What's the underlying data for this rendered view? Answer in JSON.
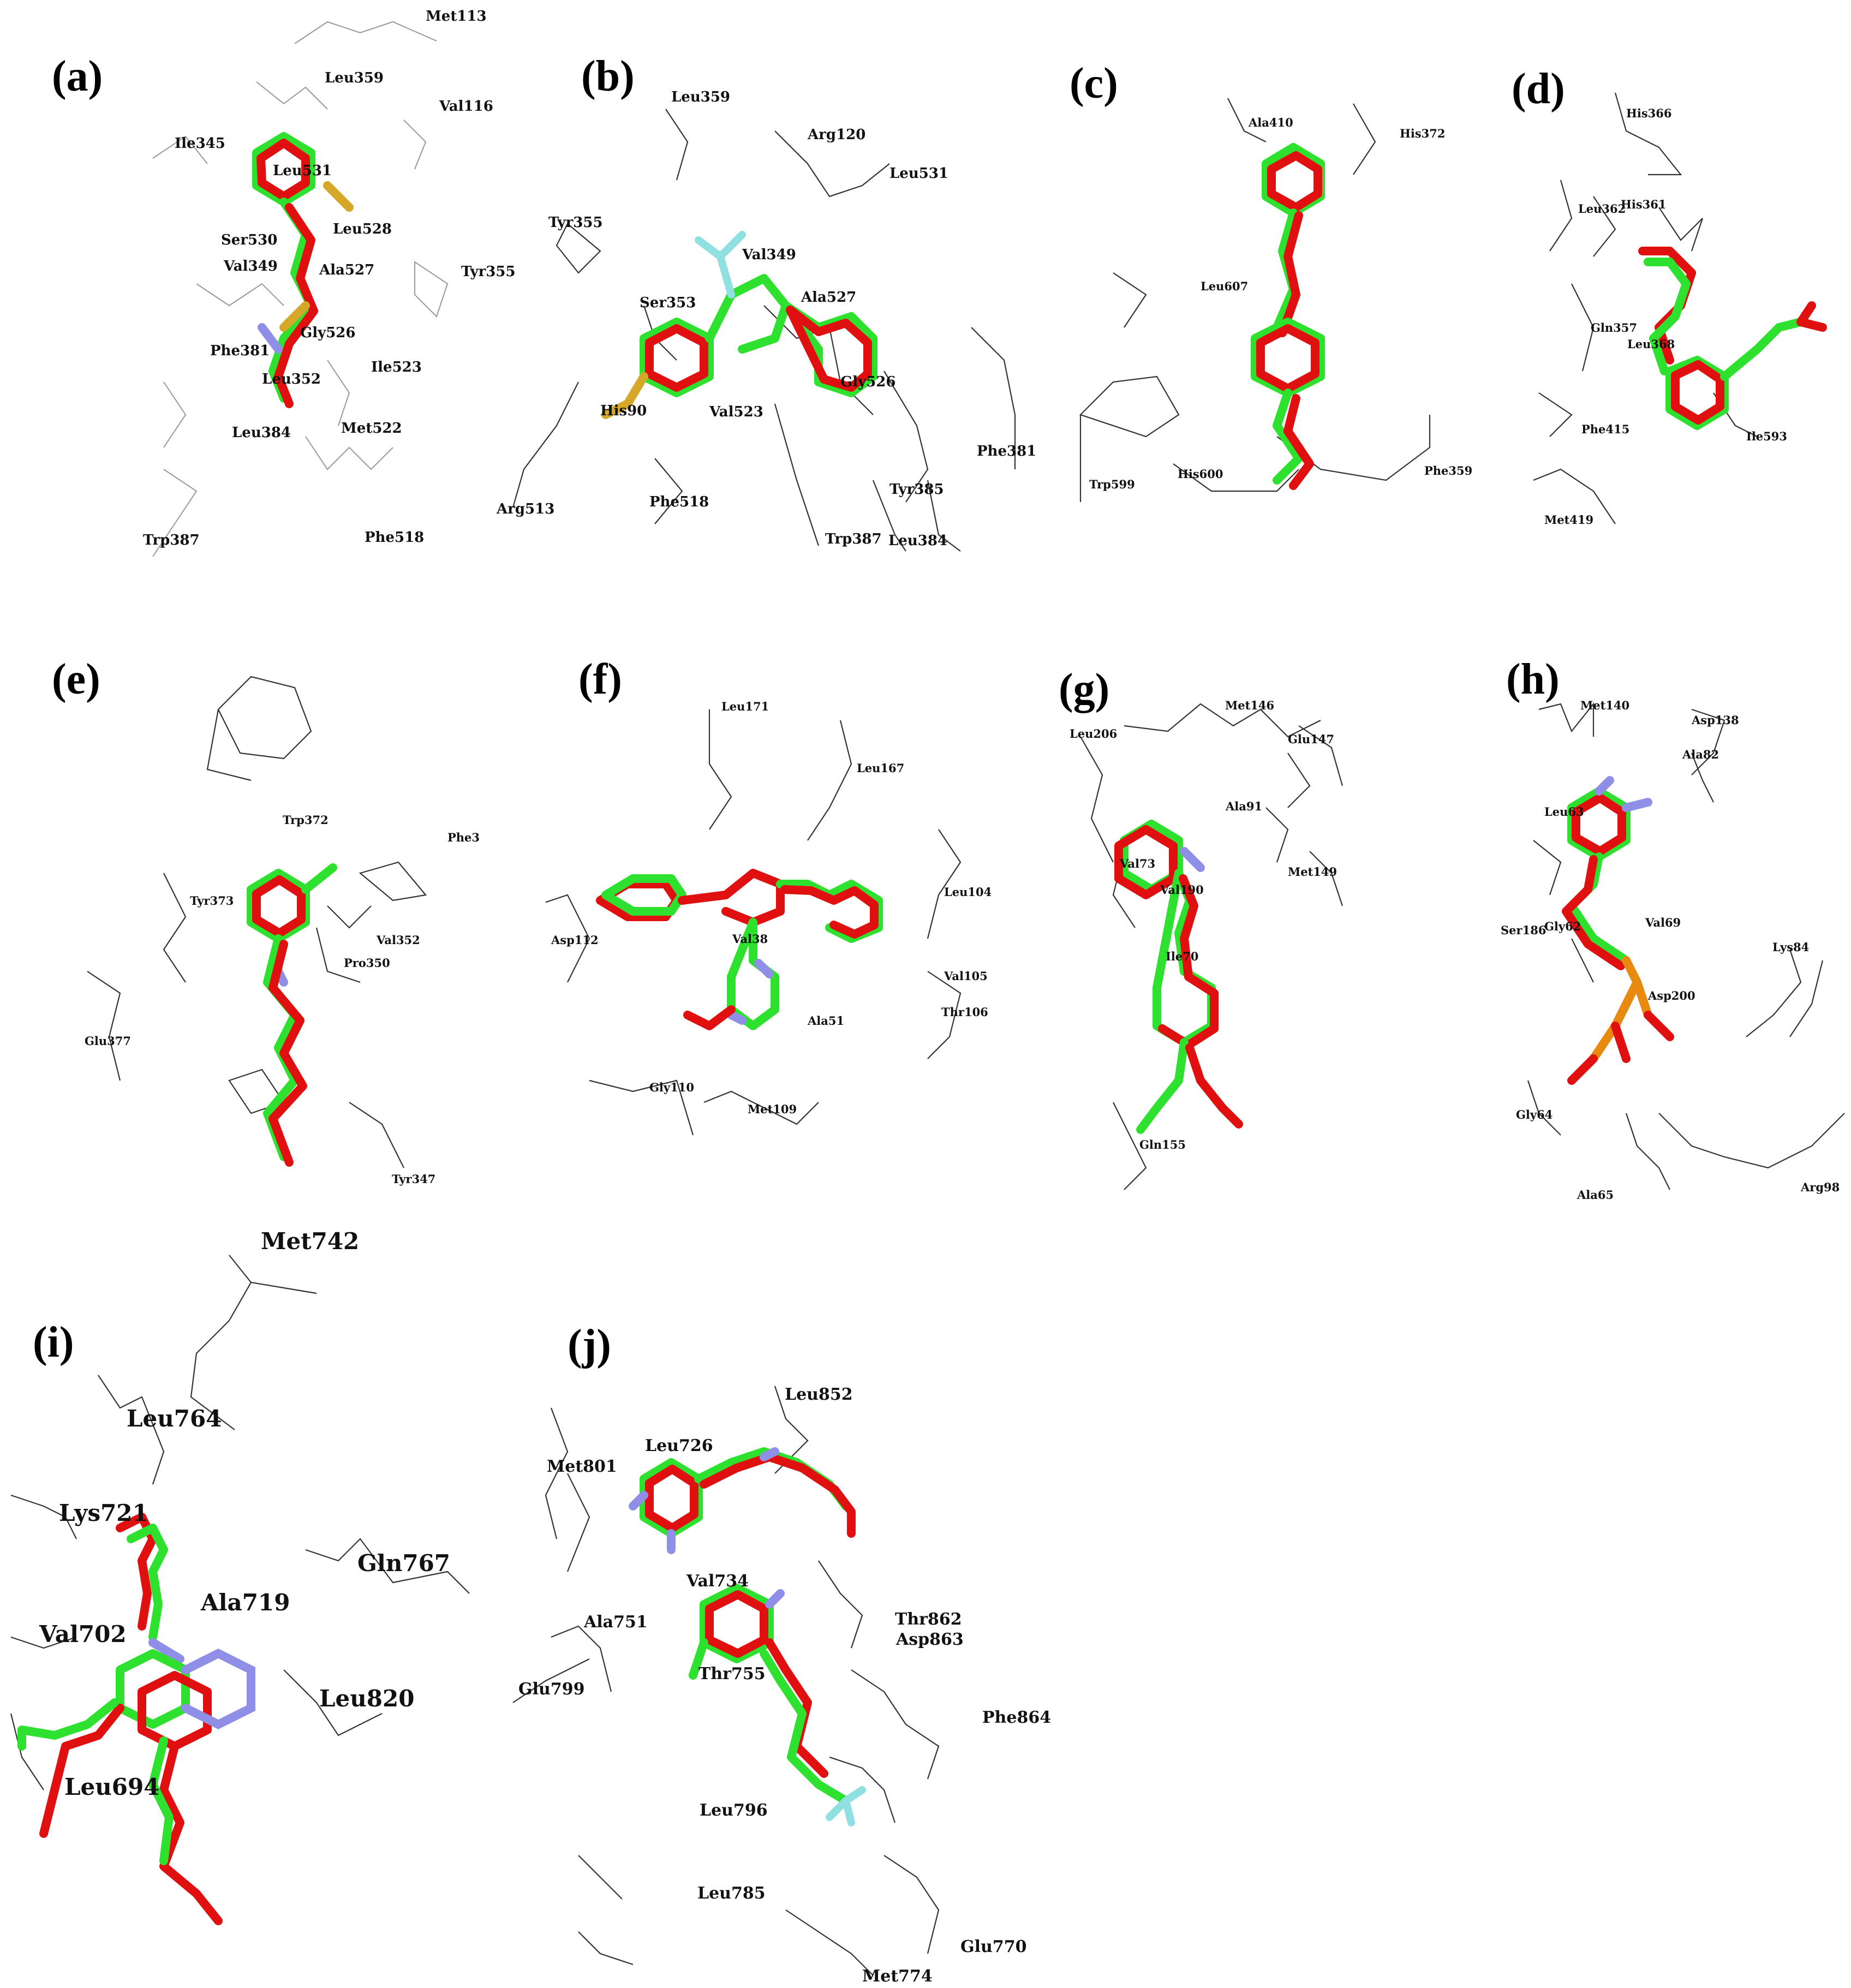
{
  "panels": [
    {
      "label": "(a)",
      "residues": [
        "Met113",
        "Leu359",
        "Val116",
        "Ile345",
        "Leu531",
        "Ser530",
        "Leu528",
        "Val349",
        "Ala527",
        "Tyr355",
        "Gly526",
        "Phe381",
        "Leu352",
        "Ile523",
        "Met522",
        "Leu384",
        "Trp387",
        "Phe518"
      ]
    },
    {
      "label": "(b)",
      "residues": [
        "Leu359",
        "Arg120",
        "Leu531",
        "Tyr355",
        "Val349",
        "Ser353",
        "Ala527",
        "Gly526",
        "His90",
        "Val523",
        "Phe381",
        "Arg513",
        "Phe518",
        "Tyr385",
        "Trp387",
        "Leu384"
      ]
    },
    {
      "label": "(c)",
      "residues": [
        "Ala410",
        "His372",
        "Leu607",
        "Trp599",
        "His600",
        "Phe359"
      ]
    },
    {
      "label": "(d)",
      "residues": [
        "His366",
        "His361",
        "Leu362",
        "Gln357",
        "Leu368",
        "Phe415",
        "Ile593",
        "Met419"
      ]
    },
    {
      "label": "(e)",
      "residues": [
        "Trp372",
        "Phe3",
        "Tyr373",
        "Val352",
        "Pro350",
        "Glu377",
        "Tyr347"
      ]
    },
    {
      "label": "(f)",
      "residues": [
        "Leu171",
        "Leu167",
        "Asp112",
        "Leu104",
        "Val38",
        "Val105",
        "Thr106",
        "Ala51",
        "Gly110",
        "Met109"
      ]
    },
    {
      "label": "(g)",
      "residues": [
        "Met146",
        "Leu206",
        "Glu147",
        "Ala91",
        "Val73",
        "Met149",
        "Val190",
        "Ile70",
        "Gln155"
      ]
    },
    {
      "label": "(h)",
      "residues": [
        "Met140",
        "Asp138",
        "Ala82",
        "Leu63",
        "Val69",
        "Ser186",
        "Gly62",
        "Lys84",
        "Asp200",
        "Gly64",
        "Ala65",
        "Arg98"
      ]
    },
    {
      "label": "(i)",
      "residues": [
        "Met742",
        "Leu764",
        "Lys721",
        "Ala719",
        "Gln767",
        "Val702",
        "Leu820",
        "Leu694"
      ]
    },
    {
      "label": "(j)",
      "residues": [
        "Leu852",
        "Leu726",
        "Met801",
        "Val734",
        "Ala751",
        "Thr862",
        "Asp863",
        "Glu799",
        "Thr755",
        "Phe864",
        "Leu796",
        "Leu785",
        "Glu770",
        "Met774"
      ]
    }
  ],
  "colors": {
    "ligand_a": "#2ee12e",
    "ligand_b": "#e01010",
    "nitrogen": "#8f8fe8",
    "phosphorus": "#e88a10",
    "sulfur": "#d6a82a",
    "fluorine": "#8fe0e0",
    "wire": "#333333"
  }
}
